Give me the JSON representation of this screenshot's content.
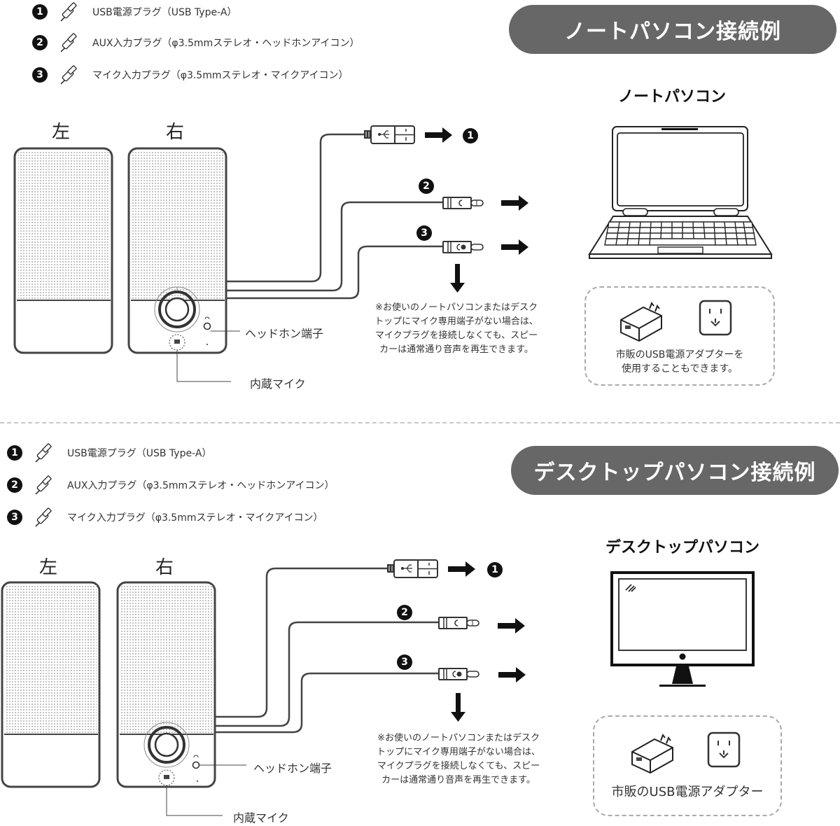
{
  "sections": [
    {
      "id": "laptop",
      "header": "ノートパソコン接続例",
      "device_title": "ノートパソコン",
      "legend": [
        {
          "num": "1",
          "icon": "usb-plug-icon",
          "text": "USB電源プラグ（USB Type-A）"
        },
        {
          "num": "2",
          "icon": "aux-plug-icon",
          "text": "AUX入力プラグ（φ3.5mmステレオ・ヘッドホンアイコン）"
        },
        {
          "num": "3",
          "icon": "mic-plug-icon",
          "text": "マイク入力プラグ（φ3.5mmステレオ・マイクアイコン）"
        }
      ],
      "speaker_left": "左",
      "speaker_right": "右",
      "headphone_label": "ヘッドホン端子",
      "mic_label": "内蔵マイク",
      "plug_numbers": [
        "1",
        "2",
        "3"
      ],
      "note": "※お使いのノートパソコンまたはデスクトップにマイク専用端子がない場合は、マイクプラグを接続しなくても、スピーカーは通常通り音声を再生できます。",
      "note_lines": [
        "※お使いのノートパソコンまたはデスク",
        "トップにマイク専用端子がない場合は、",
        "マイクプラグを接続しなくても、スピー",
        "カーは通常通り音声を再生できます。"
      ],
      "adapter_lines": [
        "市販のUSB電源アダプターを",
        "使用することもできます。"
      ]
    },
    {
      "id": "desktop",
      "header": "デスクトップパソコン接続例",
      "device_title": "デスクトップパソコン",
      "legend": [
        {
          "num": "1",
          "icon": "usb-plug-icon",
          "text": "USB電源プラグ（USB Type-A）"
        },
        {
          "num": "2",
          "icon": "aux-plug-icon",
          "text": "AUX入力プラグ（φ3.5mmステレオ・ヘッドホンアイコン）"
        },
        {
          "num": "3",
          "icon": "mic-plug-icon",
          "text": "マイク入力プラグ（φ3.5mmステレオ・マイクアイコン）"
        }
      ],
      "speaker_left": "左",
      "speaker_right": "右",
      "headphone_label": "ヘッドホン端子",
      "mic_label": "内蔵マイク",
      "plug_numbers": [
        "1",
        "2",
        "3"
      ],
      "note": "※お使いのノートパソコンまたはデスクトップにマイク専用端子がない場合は、マイクプラグを接続しなくても、スピーカーは通常通り音声を再生できます。",
      "note_lines": [
        "※お使いのノートパソコンまたはデスク",
        "トップにマイク専用端子がない場合は、",
        "マイクプラグを接続しなくても、スピー",
        "カーは通常通り音声を再生できます。"
      ],
      "adapter_lines": [
        "市販のUSB電源アダプター"
      ]
    }
  ],
  "colors": {
    "pill_bg": "#676767",
    "pill_text": "#ffffff",
    "line": "#333333",
    "divider": "#c8c8c8"
  }
}
